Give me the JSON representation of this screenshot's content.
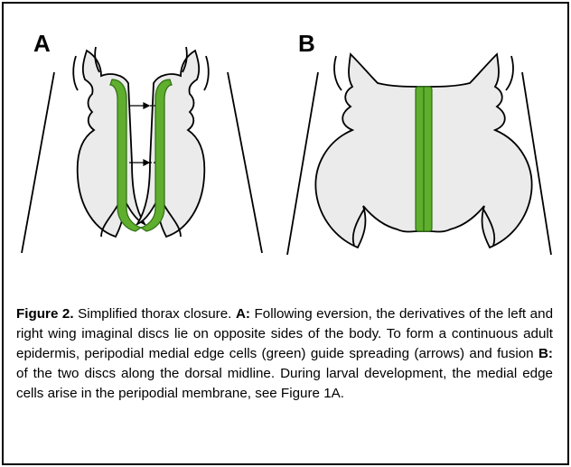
{
  "figure": {
    "panel_a_label": "A",
    "panel_b_label": "B",
    "colors": {
      "disc_fill": "#ebebeb",
      "outline": "#000000",
      "edge_cells": "#5fae2e",
      "edge_cells_dark": "#2f6e12"
    }
  },
  "caption": {
    "title": "Figure 2.",
    "intro": " Simplified thorax closure. ",
    "a_label": "A:",
    "a_text": " Following eversion, the derivatives of the left and right wing imaginal discs lie on opposite sides of the body. To form a continuous adult epidermis, peripodial medial edge cells (green) guide spreading (arrows) and fusion ",
    "b_label": "B:",
    "b_text": " of the two discs along the dorsal midline. During larval development, the medial edge cells arise in the peripodial membrane, see Figure 1A."
  }
}
